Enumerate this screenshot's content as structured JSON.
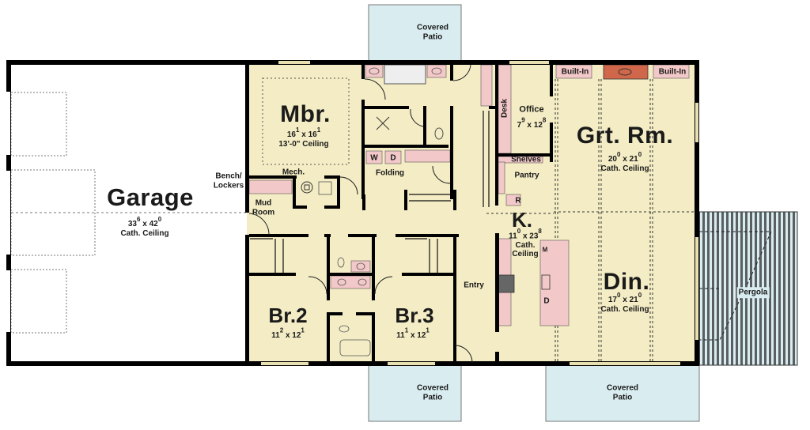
{
  "colors": {
    "floor": "#f3ecc4",
    "wall": "#000000",
    "patio": "#d9ecf0",
    "cabinet": "#f2c8c8",
    "fireplace": "#d0674a",
    "garage": "#ffffff",
    "pergola_stripe": "#555555"
  },
  "rooms": {
    "garage": {
      "name": "Garage",
      "dim_w": "33",
      "dim_w_in": "6",
      "dim_h": "42",
      "dim_h_in": "0",
      "note": "Cath. Ceiling"
    },
    "mbr": {
      "name": "Mbr.",
      "dim_w": "16",
      "dim_w_in": "1",
      "dim_h": "16",
      "dim_h_in": "1",
      "note": "13'-0\" Ceiling"
    },
    "office": {
      "name": "Office",
      "dim_w": "7",
      "dim_w_in": "9",
      "dim_h": "12",
      "dim_h_in": "8"
    },
    "grt_rm": {
      "name": "Grt. Rm.",
      "dim_w": "20",
      "dim_w_in": "0",
      "dim_h": "21",
      "dim_h_in": "0",
      "note": "Cath. Ceiling"
    },
    "kitchen": {
      "name": "K.",
      "dim_w": "11",
      "dim_w_in": "0",
      "dim_h": "23",
      "dim_h_in": "8",
      "note1": "Cath.",
      "note2": "Ceiling"
    },
    "din": {
      "name": "Din.",
      "dim_w": "17",
      "dim_w_in": "0",
      "dim_h": "21",
      "dim_h_in": "0",
      "note": "Cath. Ceiling"
    },
    "br2": {
      "name": "Br.2",
      "dim_w": "11",
      "dim_w_in": "2",
      "dim_h": "12",
      "dim_h_in": "1"
    },
    "br3": {
      "name": "Br.3",
      "dim_w": "11",
      "dim_w_in": "1",
      "dim_h": "12",
      "dim_h_in": "1"
    },
    "mud_room": {
      "line1": "Mud",
      "line2": "Room"
    },
    "entry": {
      "name": "Entry"
    },
    "pantry": {
      "name": "Pantry"
    },
    "pergola": {
      "name": "Pergola"
    }
  },
  "labels": {
    "bench1": "Bench/",
    "bench2": "Lockers",
    "mech": "Mech.",
    "folding": "Folding",
    "desk": "Desk",
    "shelves": "Shelves",
    "builtin_left": "Built-In",
    "builtin_right": "Built-In",
    "washer": "W",
    "dryer": "D",
    "fridge": "R",
    "microwave": "M",
    "dishwasher": "D"
  },
  "patios": {
    "top": {
      "line1": "Covered",
      "line2": "Patio"
    },
    "bottom_left": {
      "line1": "Covered",
      "line2": "Patio"
    },
    "bottom_right": {
      "line1": "Covered",
      "line2": "Patio"
    }
  }
}
